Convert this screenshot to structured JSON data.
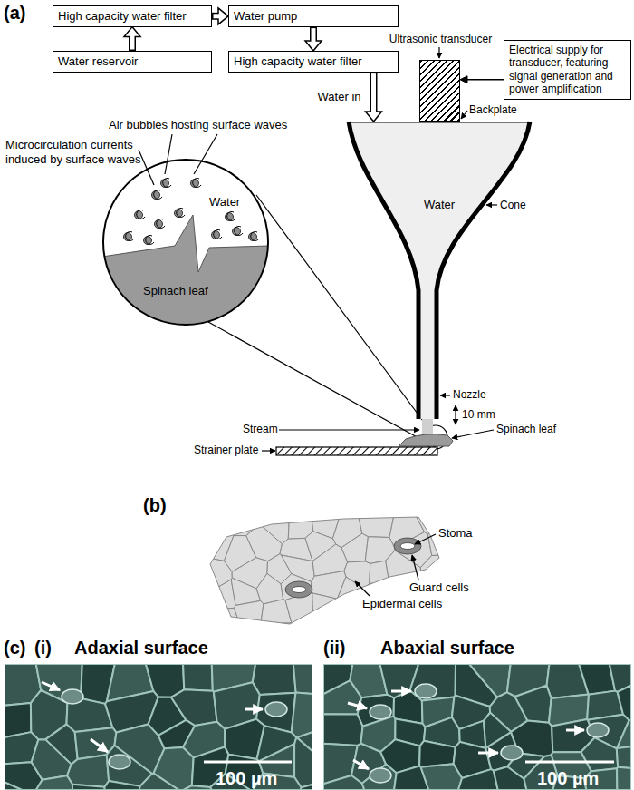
{
  "diagram": {
    "nodes": [
      {
        "text": [
          "High capacity water filter"
        ]
      },
      {
        "text": [
          "Water pump"
        ]
      },
      {
        "text": [
          "Water reservoir"
        ]
      },
      {
        "text": [
          "High capacity water filter"
        ]
      },
      {
        "text": [
          "Ultrasonic transducer"
        ]
      },
      {
        "text": [
          "Electrical supply for transducer, featuring signal generation and power amplification"
        ]
      },
      {
        "text": [
          "Water"
        ]
      },
      {
        "text": [
          "Water",
          "Spinach leaf"
        ]
      }
    ],
    "edges": [
      {
        "from": 2,
        "to": 0,
        "arrow": "to"
      },
      {
        "from": 0,
        "to": 1,
        "arrow": "to"
      },
      {
        "from": 1,
        "to": 3,
        "arrow": "to"
      },
      {
        "from": 3,
        "to": 6,
        "arrow": "to",
        "label": "Water in"
      },
      {
        "from": 5,
        "to": 4,
        "arrow": "to"
      }
    ],
    "labels": [
      "(a)",
      "Air bubbles hosting surface waves",
      "Microcirculation currents induced by surface waves",
      "Backplate",
      "Cone",
      "Nozzle",
      "10 mm",
      "Stream",
      "Spinach leaf",
      "Strainer plate",
      "(b)",
      "Stoma",
      "Guard cells",
      "Epidermal cells",
      "(c)",
      "(i)",
      "Adaxial surface",
      "(ii)",
      "Abaxial surface",
      "100 µm",
      "100 µm"
    ]
  }
}
